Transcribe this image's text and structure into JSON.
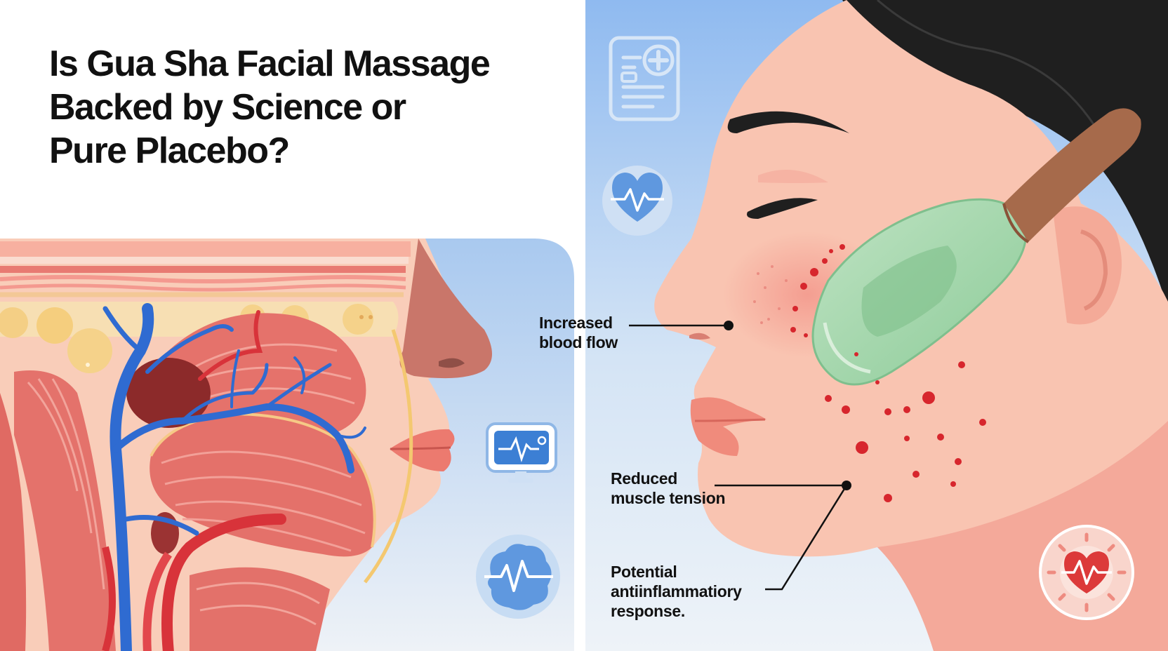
{
  "title": {
    "line1": "Is Gua Sha Facial Massage",
    "line2": "Backed by Science or",
    "line3": "Pure Placebo?"
  },
  "annotations": {
    "blood_flow": {
      "line1": "Increased",
      "line2": "blood flow"
    },
    "muscle": {
      "line1": "Reduced",
      "line2": "muscle tension"
    },
    "inflammation": {
      "line1": "Potential",
      "line2": "antiinflammatiory",
      "line3": "response."
    }
  },
  "icons": [
    "medical-report-icon",
    "heart-pulse-icon",
    "monitor-ecg-icon",
    "brain-pulse-icon",
    "heart-badge-icon"
  ],
  "colors": {
    "sky": "#9ec3ee",
    "skin": "#f8c3b2",
    "muscle": "#e5736c",
    "vein": "#2f6bd1",
    "artery": "#d8333a",
    "jade": "#9fd1a8",
    "handle": "#a5694a",
    "hair": "#1e1e1e"
  }
}
